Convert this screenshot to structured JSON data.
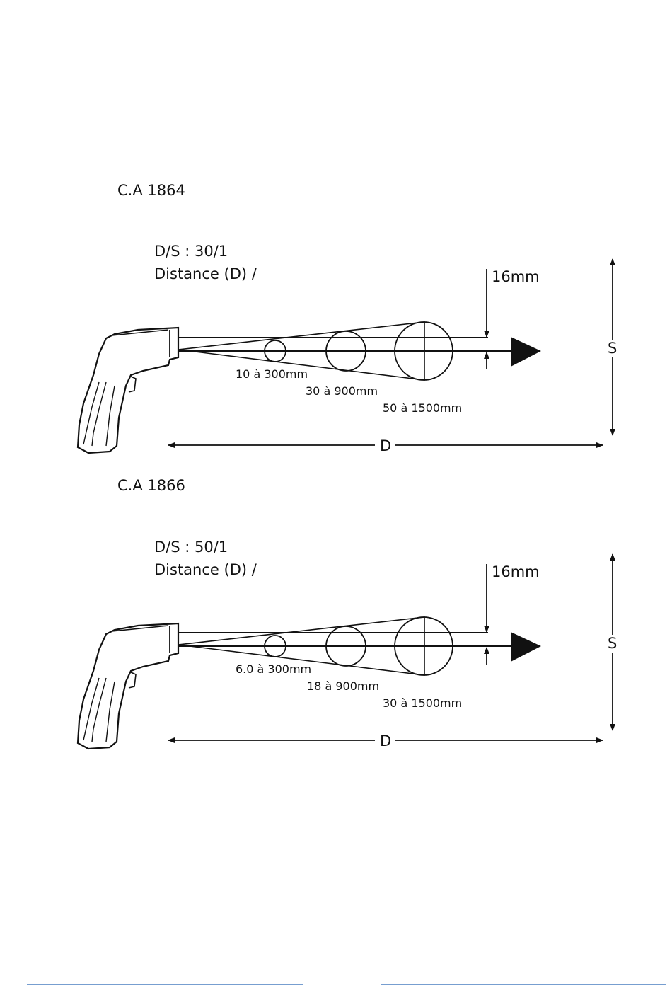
{
  "diagrams": [
    {
      "model": "C.A 1864",
      "ratio": "D/S : 30/1",
      "distance_label": "Distance (D) /",
      "spot_label": "16mm",
      "s_label": "S",
      "d_label": "D",
      "spots": [
        "10 à 300mm",
        "30 à 900mm",
        "50 à 1500mm"
      ]
    },
    {
      "model": "C.A 1866",
      "ratio": "D/S : 50/1",
      "distance_label": "Distance (D) /",
      "spot_label": "16mm",
      "s_label": "S",
      "d_label": "D",
      "spots": [
        "6.0 à 300mm",
        "18 à 900mm",
        "30 à 1500mm"
      ]
    }
  ],
  "colors": {
    "ink": "#111111",
    "footer_rule": "#4a7fc1"
  }
}
